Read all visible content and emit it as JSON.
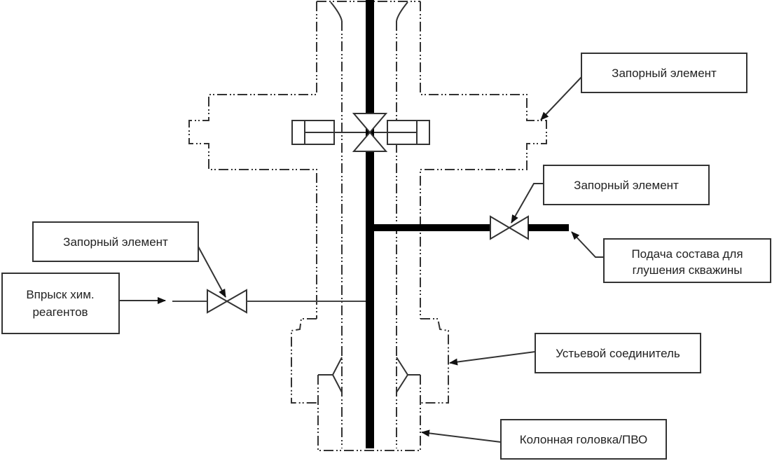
{
  "diagram": {
    "type": "wellhead schematic",
    "labels": {
      "top_right_valve": "Запорный элемент",
      "side_valve": "Запорный элемент",
      "left_valve": "Запорный элемент",
      "chem_injection_line1": "Впрыск хим.",
      "chem_injection_line2": "реагентов",
      "kill_fluid_line1": "Подача состава для",
      "kill_fluid_line2": "глушения скважины",
      "wellhead_connector": "Устьевой соединитель",
      "casing_head": "Колонная головка/ПВО"
    },
    "colors": {
      "line": "#333333",
      "bore": "#000000",
      "background": "#ffffff"
    }
  }
}
